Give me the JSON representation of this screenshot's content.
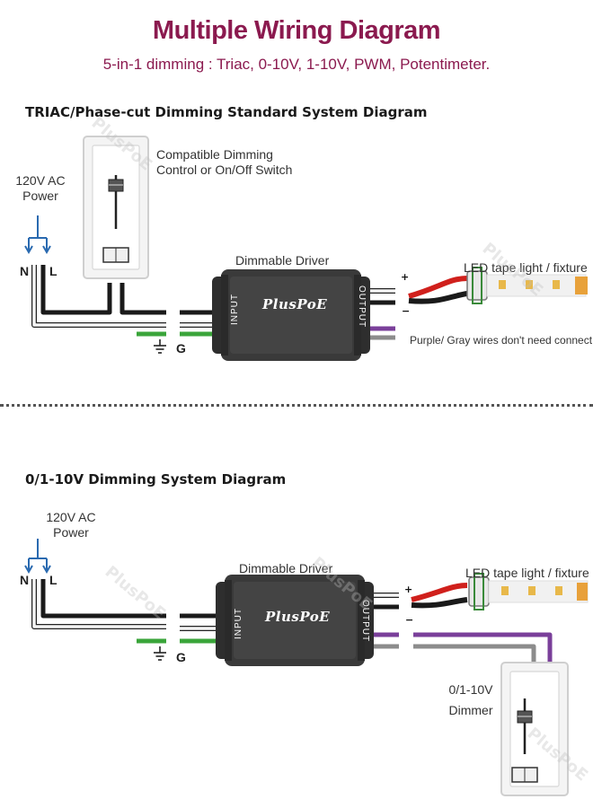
{
  "header": {
    "title": "Multiple Wiring Diagram",
    "subtitle": "5-in-1 dimming : Triac, 0-10V, 1-10V, PWM, Potentimeter."
  },
  "triac": {
    "title": "TRIAC/Phase-cut Dimming Standard System Diagram",
    "power_label_1": "120V AC",
    "power_label_2": "Power",
    "switch_label_1": "Compatible Dimming",
    "switch_label_2": "Control or On/Off Switch",
    "n_label": "N",
    "l_label": "L",
    "g_label": "G",
    "driver_label": "Dimmable Driver",
    "led_label": "LED tape light / fixture",
    "note": "Purple/ Gray wires don't need connect",
    "plus": "+",
    "minus": "−"
  },
  "dim010": {
    "title": "0/1-10V Dimming System Diagram",
    "power_label_1": "120V AC",
    "power_label_2": "Power",
    "n_label": "N",
    "l_label": "L",
    "g_label": "G",
    "driver_label": "Dimmable Driver",
    "led_label": "LED tape light / fixture",
    "dimmer_label_1": "0/1-10V",
    "dimmer_label_2": "Dimmer",
    "plus": "+",
    "minus": "−"
  },
  "driver": {
    "brand": "PlusPoE",
    "input_label": "INPUT",
    "output_label": "OUTPUT"
  },
  "watermark": "PlusPoE",
  "colors": {
    "title": "#8b1a4f",
    "driver_body": "#3a3a3a",
    "wire_black": "#1a1a1a",
    "wire_white": "#f5f5f5",
    "wire_green": "#3aa53a",
    "wire_red": "#d0201c",
    "wire_purple": "#7a3f9a",
    "wire_gray": "#8c8c8c",
    "arrow_blue": "#2a6ab0"
  }
}
